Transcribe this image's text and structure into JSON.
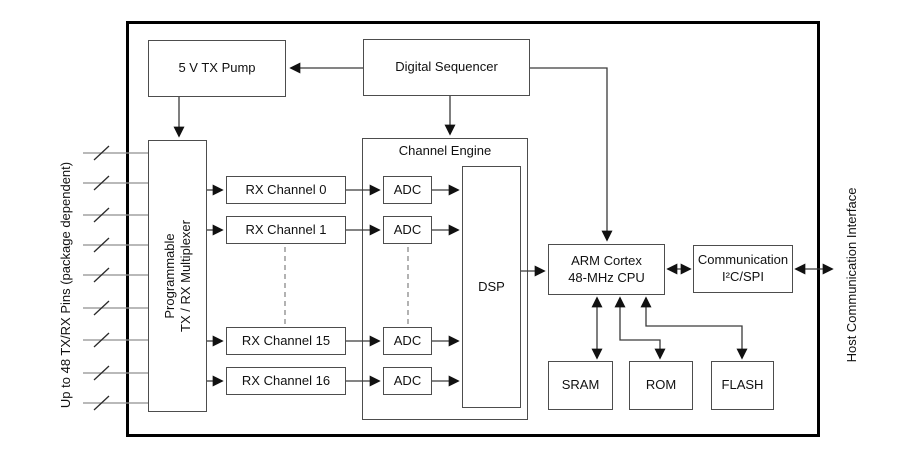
{
  "blocks": {
    "tx_pump": "5 V TX Pump",
    "digital_sequencer": "Digital Sequencer",
    "multiplexer": {
      "line1": "Programmable",
      "line2": "TX / RX Multiplexer"
    },
    "channel_engine": "Channel Engine",
    "rx_channels": [
      "RX Channel 0",
      "RX Channel 1",
      "RX Channel 15",
      "RX Channel 16"
    ],
    "adcs": [
      "ADC",
      "ADC",
      "ADC",
      "ADC"
    ],
    "dsp": "DSP",
    "cpu": {
      "line1": "ARM Cortex",
      "line2": "48-MHz CPU"
    },
    "communication": {
      "line1": "Communication",
      "line2": "I²C/SPI"
    },
    "sram": "SRAM",
    "rom": "ROM",
    "flash": "FLASH"
  },
  "side_labels": {
    "left": "Up to 48 TX/RX Pins (package dependent)",
    "right": "Host Communication Interface"
  },
  "colors": {
    "background": "#ffffff",
    "outer_border": "#000000",
    "box_border": "#4d4d4d",
    "connector_line": "#3a3a3a",
    "pin_line": "#8f8f8f",
    "dashed_line": "#808080",
    "text": "#111111"
  }
}
